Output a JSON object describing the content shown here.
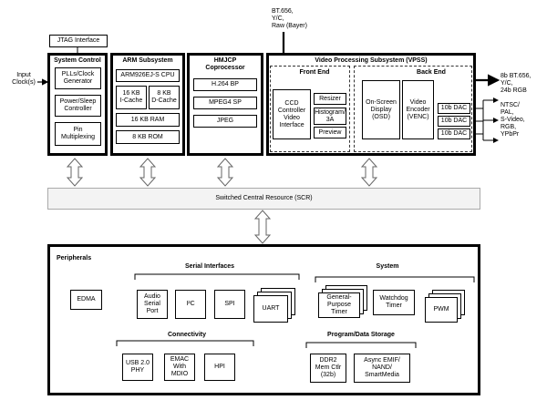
{
  "top_input": {
    "line1": "BT.656,",
    "line2": "Y/C,",
    "line3": "Raw (Bayer)"
  },
  "jtag": "JTAG Interface",
  "input_clock": {
    "line1": "Input",
    "line2": "Clock(s)"
  },
  "system_control": {
    "title": "System Control",
    "items": [
      {
        "line1": "PLLs/Clock",
        "line2": "Generator"
      },
      {
        "line1": "Power/Sleep",
        "line2": "Controller"
      },
      {
        "line1": "Pin",
        "line2": "Multiplexing"
      }
    ]
  },
  "arm": {
    "title": "ARM Subsystem",
    "cpu": "ARM926EJ-S CPU",
    "icache": {
      "line1": "16 KB",
      "line2": "I-Cache"
    },
    "dcache": {
      "line1": "8 KB",
      "line2": "D-Cache"
    },
    "ram": "16 KB RAM",
    "rom": "8 KB ROM"
  },
  "hmjcp": {
    "title_line1": "HMJCP",
    "title_line2": "Coprocessor",
    "items": [
      "H.264 BP",
      "MPEG4 SP",
      "JPEG"
    ]
  },
  "vpss": {
    "title": "Video Processing Subsystem (VPSS)",
    "front_end": {
      "title": "Front End",
      "ccdc": {
        "line1": "CCD",
        "line2": "Controller",
        "line3": "Video",
        "line4": "Interface"
      },
      "resizer": "Resizer",
      "histogram": {
        "line1": "Histogram/",
        "line2": "3A"
      },
      "preview": "Preview"
    },
    "back_end": {
      "title": "Back End",
      "osd": {
        "line1": "On-Screen",
        "line2": "Display",
        "line3": "(OSD)"
      },
      "venc": {
        "line1": "Video",
        "line2": "Encoder",
        "line3": "(VENC)"
      },
      "dacs": [
        "10b DAC",
        "10b DAC",
        "10b DAC"
      ]
    }
  },
  "outputs": {
    "digital": {
      "line1": "8b BT.656,",
      "line2": "Y/C,",
      "line3": "24b RGB"
    },
    "analog": {
      "line1": "NTSC/",
      "line2": "PAL,",
      "line3": "S-Video,",
      "line4": "RGB,",
      "line5": "YPbPr"
    }
  },
  "scr": "Switched Central Resource (SCR)",
  "peripherals": {
    "title": "Peripherals",
    "edma": "EDMA",
    "serial": {
      "title": "Serial Interfaces",
      "audio": {
        "line1": "Audio",
        "line2": "Serial",
        "line3": "Port"
      },
      "i2c": "I²C",
      "spi": "SPI",
      "uart": "UART"
    },
    "system": {
      "title": "System",
      "gpt": {
        "line1": "General-",
        "line2": "Purpose",
        "line3": "Timer"
      },
      "wdt": {
        "line1": "Watchdog",
        "line2": "Timer"
      },
      "pwm": "PWM"
    },
    "connectivity": {
      "title": "Connectivity",
      "usb": {
        "line1": "USB 2.0",
        "line2": "PHY"
      },
      "emac": {
        "line1": "EMAC",
        "line2": "With",
        "line3": "MDIO"
      },
      "hpi": "HPI"
    },
    "storage": {
      "title": "Program/Data Storage",
      "ddr2": {
        "line1": "DDR2",
        "line2": "Mem Ctlr",
        "line3": "(32b)"
      },
      "emif": {
        "line1": "Async EMIF/",
        "line2": "NAND/",
        "line3": "SmartMedia"
      }
    }
  }
}
